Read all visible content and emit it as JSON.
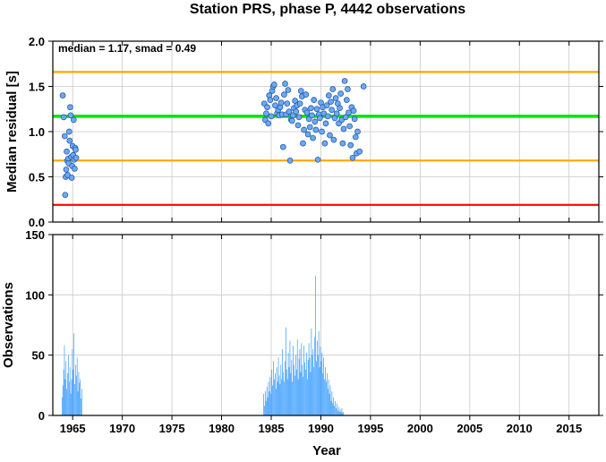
{
  "chart_data": [
    {
      "type": "scatter",
      "title": "Station PRS, phase P, 4442 observations",
      "ylabel": "Median residual [s]",
      "xlim": [
        1963,
        2018
      ],
      "ylim": [
        0,
        2.0
      ],
      "yticks": [
        "0.0",
        "0.5",
        "1.0",
        "1.5",
        "2.0"
      ],
      "grid": true,
      "annotation": "median = 1.17, smad = 0.49",
      "lines": [
        {
          "y": 1.66,
          "color": "#ffa500"
        },
        {
          "y": 1.17,
          "color": "#00e600"
        },
        {
          "y": 0.68,
          "color": "#ffa500"
        },
        {
          "y": 0.19,
          "color": "#ff0000"
        }
      ],
      "marker_color": "#6aa9f4",
      "points": [
        [
          1964.0,
          1.4
        ],
        [
          1964.1,
          1.16
        ],
        [
          1964.2,
          0.95
        ],
        [
          1964.25,
          0.3
        ],
        [
          1964.3,
          0.5
        ],
        [
          1964.35,
          0.58
        ],
        [
          1964.4,
          0.78
        ],
        [
          1964.45,
          0.68
        ],
        [
          1964.5,
          0.52
        ],
        [
          1964.55,
          0.7
        ],
        [
          1964.6,
          0.65
        ],
        [
          1964.65,
          1.0
        ],
        [
          1964.7,
          0.9
        ],
        [
          1964.75,
          1.27
        ],
        [
          1964.8,
          1.18
        ],
        [
          1964.85,
          0.72
        ],
        [
          1964.9,
          0.49
        ],
        [
          1964.95,
          0.62
        ],
        [
          1965.0,
          0.84
        ],
        [
          1965.05,
          0.74
        ],
        [
          1965.1,
          1.13
        ],
        [
          1965.15,
          0.69
        ],
        [
          1965.2,
          0.59
        ],
        [
          1965.25,
          0.82
        ],
        [
          1965.3,
          0.8
        ],
        [
          1965.35,
          0.71
        ],
        [
          1984.3,
          1.31
        ],
        [
          1984.4,
          1.13
        ],
        [
          1984.5,
          1.2
        ],
        [
          1984.6,
          1.27
        ],
        [
          1984.7,
          1.09
        ],
        [
          1984.8,
          1.4
        ],
        [
          1984.9,
          1.35
        ],
        [
          1985.0,
          1.17
        ],
        [
          1985.1,
          1.45
        ],
        [
          1985.2,
          1.5
        ],
        [
          1985.3,
          1.52
        ],
        [
          1985.4,
          1.29
        ],
        [
          1985.5,
          1.37
        ],
        [
          1985.6,
          1.2
        ],
        [
          1985.7,
          1.24
        ],
        [
          1985.8,
          1.18
        ],
        [
          1985.9,
          1.27
        ],
        [
          1986.0,
          1.32
        ],
        [
          1986.1,
          1.19
        ],
        [
          1986.2,
          0.83
        ],
        [
          1986.3,
          1.41
        ],
        [
          1986.4,
          1.53
        ],
        [
          1986.5,
          1.19
        ],
        [
          1986.6,
          1.31
        ],
        [
          1986.7,
          1.46
        ],
        [
          1986.8,
          1.22
        ],
        [
          1986.9,
          0.68
        ],
        [
          1987.0,
          1.13
        ],
        [
          1987.1,
          1.12
        ],
        [
          1987.2,
          1.18
        ],
        [
          1987.3,
          1.26
        ],
        [
          1987.4,
          1.34
        ],
        [
          1987.5,
          1.22
        ],
        [
          1987.6,
          1.29
        ],
        [
          1987.7,
          1.07
        ],
        [
          1987.8,
          1.16
        ],
        [
          1987.9,
          1.31
        ],
        [
          1988.0,
          1.45
        ],
        [
          1988.1,
          1.39
        ],
        [
          1988.2,
          0.87
        ],
        [
          1988.3,
          1.02
        ],
        [
          1988.4,
          1.24
        ],
        [
          1988.5,
          1.41
        ],
        [
          1988.6,
          1.21
        ],
        [
          1988.7,
          0.97
        ],
        [
          1988.8,
          1.14
        ],
        [
          1988.9,
          1.05
        ],
        [
          1989.0,
          1.26
        ],
        [
          1989.1,
          1.18
        ],
        [
          1989.2,
          0.93
        ],
        [
          1989.3,
          1.35
        ],
        [
          1989.4,
          1.11
        ],
        [
          1989.5,
          1.02
        ],
        [
          1989.6,
          1.25
        ],
        [
          1989.7,
          0.69
        ],
        [
          1989.8,
          1.19
        ],
        [
          1989.9,
          1.15
        ],
        [
          1990.0,
          1.32
        ],
        [
          1990.1,
          1.0
        ],
        [
          1990.2,
          1.27
        ],
        [
          1990.3,
          1.2
        ],
        [
          1990.4,
          0.87
        ],
        [
          1990.5,
          1.09
        ],
        [
          1990.6,
          1.29
        ],
        [
          1990.7,
          1.17
        ],
        [
          1990.8,
          1.4
        ],
        [
          1990.9,
          0.96
        ],
        [
          1991.0,
          1.33
        ],
        [
          1991.1,
          1.24
        ],
        [
          1991.2,
          1.47
        ],
        [
          1991.3,
          0.91
        ],
        [
          1991.4,
          1.15
        ],
        [
          1991.5,
          1.37
        ],
        [
          1991.6,
          1.2
        ],
        [
          1991.7,
          1.31
        ],
        [
          1991.8,
          1.09
        ],
        [
          1991.9,
          1.26
        ],
        [
          1992.0,
          1.42
        ],
        [
          1992.1,
          1.13
        ],
        [
          1992.2,
          0.87
        ],
        [
          1992.3,
          1.03
        ],
        [
          1992.4,
          1.56
        ],
        [
          1992.5,
          1.16
        ],
        [
          1992.6,
          1.35
        ],
        [
          1992.7,
          1.47
        ],
        [
          1992.8,
          1.21
        ],
        [
          1992.9,
          1.06
        ],
        [
          1993.0,
          0.85
        ],
        [
          1993.1,
          1.27
        ],
        [
          1993.2,
          0.71
        ],
        [
          1993.3,
          1.23
        ],
        [
          1993.4,
          1.14
        ],
        [
          1993.5,
          0.94
        ],
        [
          1993.6,
          0.76
        ],
        [
          1993.7,
          1.0
        ],
        [
          1993.9,
          0.78
        ],
        [
          1994.3,
          1.5
        ]
      ]
    },
    {
      "type": "bar",
      "xlabel": "Year",
      "ylabel": "Observations",
      "xlim": [
        1963,
        2018
      ],
      "ylim": [
        0,
        150
      ],
      "yticks": [
        "0",
        "50",
        "100",
        "150"
      ],
      "xticks": [
        "1965",
        "1970",
        "1975",
        "1980",
        "1985",
        "1990",
        "1995",
        "2000",
        "2005",
        "2010",
        "2015"
      ],
      "grid": true,
      "bar_color": "#3399ff",
      "bins": [
        {
          "start": 1963.9,
          "step": 0.08,
          "counts": [
            15,
            25,
            38,
            58,
            30,
            45,
            22,
            35,
            50,
            28,
            40,
            18,
            30,
            55,
            38,
            68,
            26,
            42,
            33,
            48,
            20,
            36,
            27,
            30,
            14,
            22
          ]
        },
        {
          "start": 1984.2,
          "step": 0.083,
          "counts": [
            18,
            8,
            20,
            12,
            24,
            15,
            28,
            20,
            32,
            18,
            38,
            25,
            45,
            30,
            35,
            22,
            40,
            28,
            48,
            33,
            26,
            42,
            30,
            55,
            36,
            28,
            45,
            73,
            38,
            30,
            52,
            40,
            62,
            35,
            46,
            28,
            58,
            42,
            33,
            50,
            38,
            63,
            30,
            47,
            55,
            36,
            60,
            42,
            32,
            58,
            44,
            38,
            52,
            30,
            46,
            60,
            48,
            36,
            72,
            50,
            55,
            40,
            65,
            116,
            45,
            62,
            50,
            70,
            40,
            57,
            45,
            52,
            35,
            48,
            30,
            40,
            28,
            35,
            22,
            30,
            18,
            25,
            12,
            20,
            10,
            15,
            8,
            12,
            6,
            10,
            4,
            7,
            3,
            5,
            3,
            6,
            2,
            3
          ]
        }
      ]
    }
  ]
}
